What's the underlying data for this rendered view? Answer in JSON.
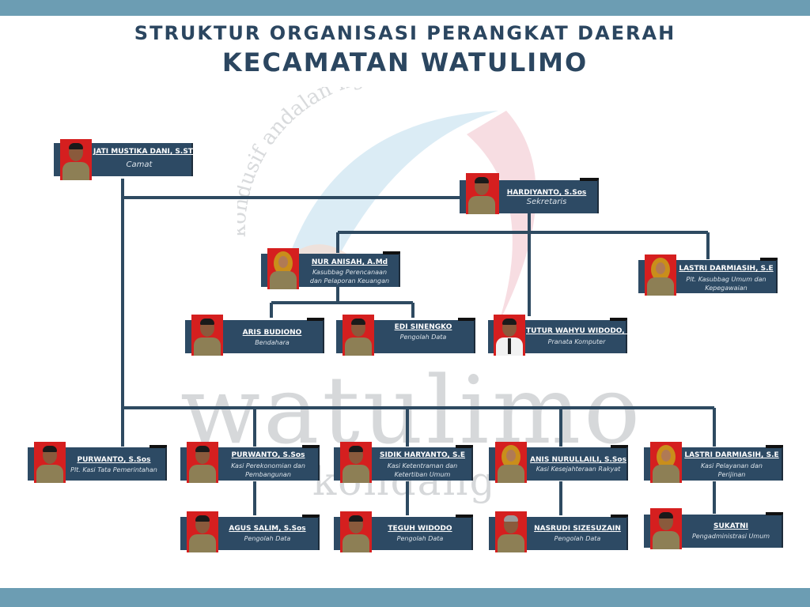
{
  "header": {
    "title_line1": "STRUKTUR ORGANISASI PERANGKAT DAERAH",
    "title_line2": "KECAMATAN WATULIMO"
  },
  "watermark": {
    "arc_text": "kondusif andalan ngangeni",
    "big_text": "watulimo",
    "small_text": "kondang"
  },
  "colors": {
    "band": "#6c9db3",
    "title": "#2b4660",
    "card": "#2d4a64",
    "connector": "#2e4a61",
    "photo_bg": "#d51f1f"
  },
  "org": {
    "camat": {
      "name": "JATI MUSTIKA DANI, S.STP",
      "role": "Camat"
    },
    "sekretaris": {
      "name": "HARDIYANTO, S.Sos",
      "role": "Sekretaris"
    },
    "perencanaan": {
      "name": "NUR ANISAH, A.Md",
      "role1": "Kasubbag Perencanaan",
      "role2": "dan Pelaporan Keuangan"
    },
    "umum": {
      "name": "LASTRI DARMIASIH, S.E",
      "role1": "Plt. Kasubbag Umum dan",
      "role2": "Kepegawaian"
    },
    "bendahara": {
      "name": "ARIS BUDIONO",
      "role": "Bendahara"
    },
    "pengolah1": {
      "name": "EDI SINENGKO",
      "role": "Pengolah Data"
    },
    "pranata": {
      "name": "TUTUR WAHYU WIDODO, A.Md",
      "role": "Pranata Komputer"
    },
    "kasi_pemerintahan": {
      "name": "PURWANTO, S.Sos",
      "role": "Plt. Kasi Tata Pemerintahan"
    },
    "kasi_perekonomian": {
      "name": "PURWANTO, S.Sos",
      "role1": "Kasi Perekonomian dan",
      "role2": "Pembangunan"
    },
    "kasi_ketentraman": {
      "name": "SIDIK HARYANTO, S.E",
      "role1": "Kasi Ketentraman dan",
      "role2": "Ketertiban Umum"
    },
    "kasi_kesejahteraan": {
      "name": "ANIS NURULLAILI, S.Sos",
      "role": "Kasi Kesejahteraan Rakyat"
    },
    "kasi_pelayanan": {
      "name": "LASTRI DARMIASIH, S.E",
      "role1": "Kasi Pelayanan dan",
      "role2": "Perijinan"
    },
    "staf_agus": {
      "name": "AGUS SALIM, S.Sos",
      "role": "Pengolah Data"
    },
    "staf_teguh": {
      "name": "TEGUH WIDODO",
      "role": "Pengolah Data"
    },
    "staf_nasrudi": {
      "name": "NASRUDI SIZESUZAIN",
      "role": "Pengolah Data"
    },
    "staf_sukatni": {
      "name": "SUKATNI",
      "role": "Pengadministrasi Umum"
    }
  }
}
